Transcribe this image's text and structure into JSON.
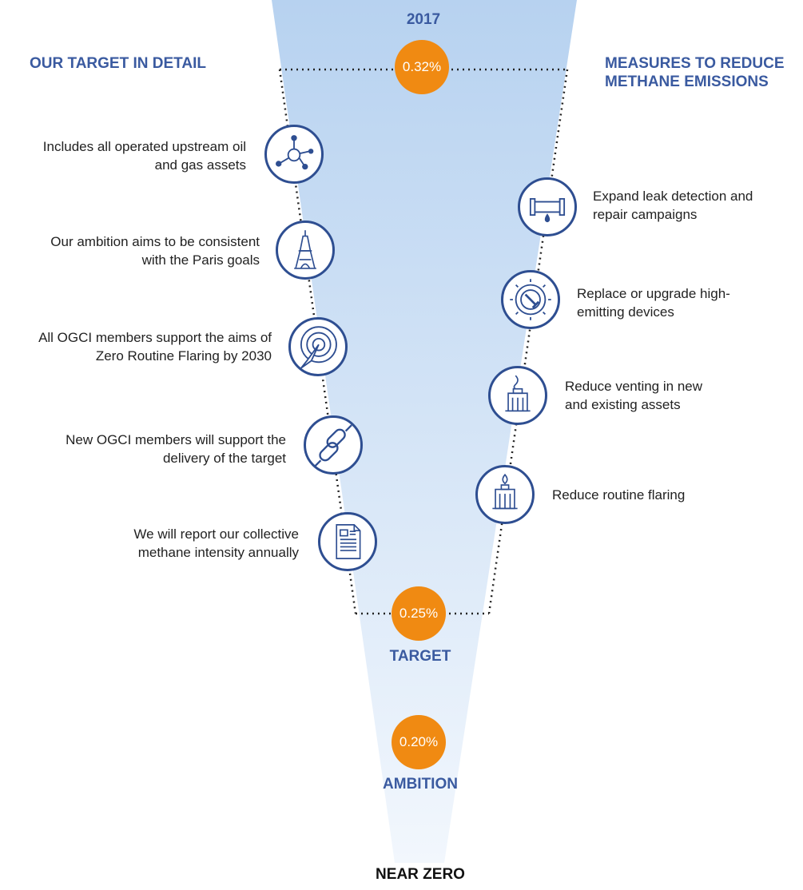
{
  "header_left": "OUR TARGET IN DETAIL",
  "header_right_line1": "MEASURES TO REDUCE",
  "header_right_line2": "METHANE EMISSIONS",
  "top_year": "2017",
  "badges": {
    "start": "0.32%",
    "target": "0.25%",
    "ambition": "0.20%"
  },
  "labels": {
    "target": "TARGET",
    "ambition": "AMBITION",
    "bottom": "NEAR ZERO"
  },
  "left_items": [
    {
      "line1": "Includes all operated upstream oil",
      "line2": "and gas assets",
      "icon": "network-icon"
    },
    {
      "line1": "Our ambition aims to be consistent",
      "line2": "with the Paris goals",
      "icon": "eiffel-tower-icon"
    },
    {
      "line1": "All OGCI members support the aims of",
      "line2": "Zero Routine Flaring by 2030",
      "icon": "target-icon"
    },
    {
      "line1": "New OGCI members will support the",
      "line2": "delivery of the target",
      "icon": "chain-link-icon"
    },
    {
      "line1": "We will report our collective",
      "line2": "methane intensity annually",
      "icon": "document-icon"
    }
  ],
  "right_items": [
    {
      "line1": "Expand leak detection and",
      "line2": "repair campaigns",
      "icon": "pipe-leak-icon"
    },
    {
      "line1": "Replace or upgrade high-",
      "line2": "emitting devices",
      "icon": "gear-wrench-icon"
    },
    {
      "line1": "Reduce venting in new",
      "line2": "and existing assets",
      "icon": "venting-tank-icon"
    },
    {
      "line1": "Reduce routine flaring",
      "line2": "",
      "icon": "flare-tank-icon"
    }
  ],
  "colors": {
    "accent": "#3a5aa0",
    "badge": "#f08a12",
    "funnel_top": "#b7d2f0",
    "funnel_bottom": "#f2f7fd"
  }
}
